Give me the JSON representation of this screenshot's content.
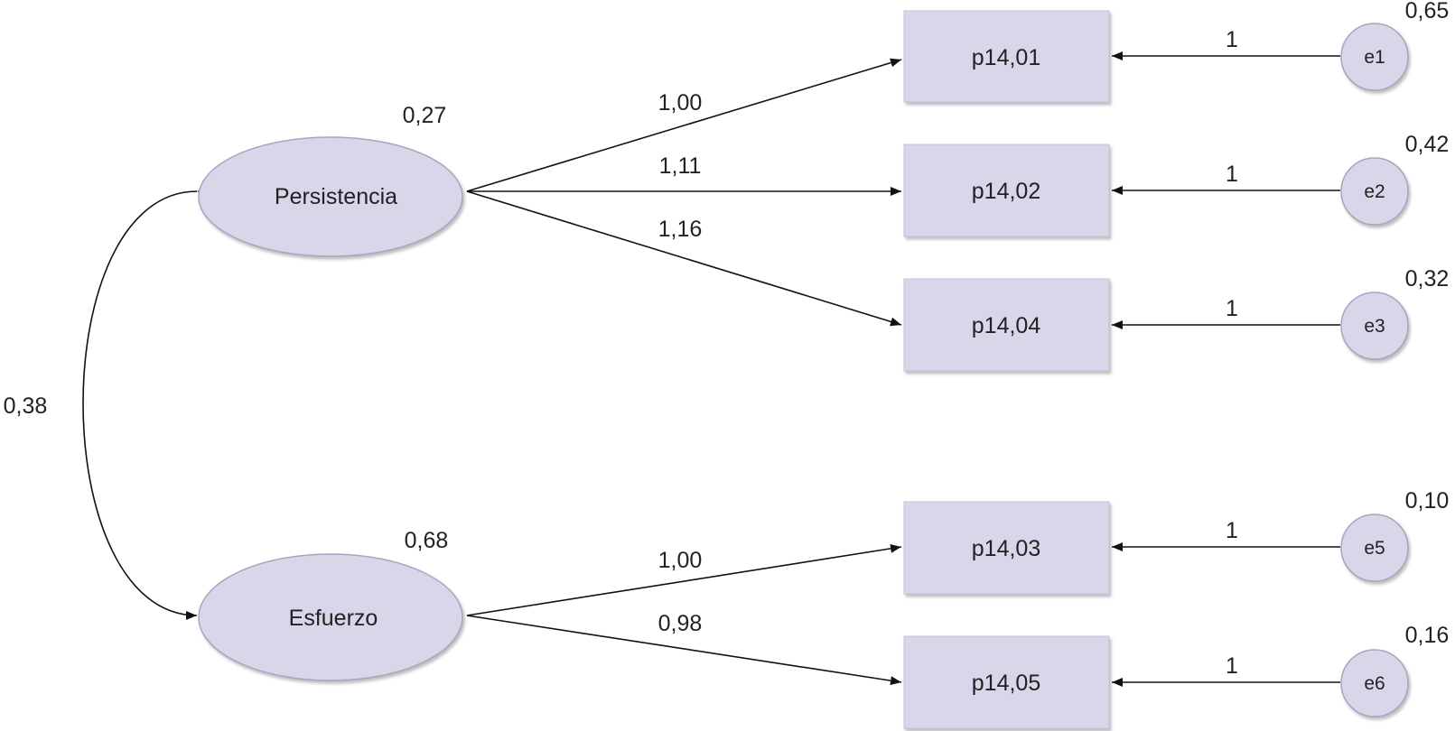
{
  "latents": [
    {
      "id": "persistencia",
      "label": "Persistencia",
      "variance": "0,27"
    },
    {
      "id": "esfuerzo",
      "label": "Esfuerzo",
      "variance": "0,68"
    }
  ],
  "covariance": {
    "label": "0,38"
  },
  "indicators": [
    {
      "id": "p1401",
      "label": "p14,01",
      "loading": "1,00",
      "error": "e1",
      "error_variance": "0,65",
      "error_path": "1"
    },
    {
      "id": "p1402",
      "label": "p14,02",
      "loading": "1,11",
      "error": "e2",
      "error_variance": "0,42",
      "error_path": "1"
    },
    {
      "id": "p1404",
      "label": "p14,04",
      "loading": "1,16",
      "error": "e3",
      "error_variance": "0,32",
      "error_path": "1"
    },
    {
      "id": "p1403",
      "label": "p14,03",
      "loading": "1,00",
      "error": "e5",
      "error_variance": "0,10",
      "error_path": "1"
    },
    {
      "id": "p1405",
      "label": "p14,05",
      "loading": "0,98",
      "error": "e6",
      "error_variance": "0,16",
      "error_path": "1"
    }
  ],
  "colors": {
    "node_fill": "#d9d6ea",
    "line": "#111111",
    "text": "#222222"
  }
}
